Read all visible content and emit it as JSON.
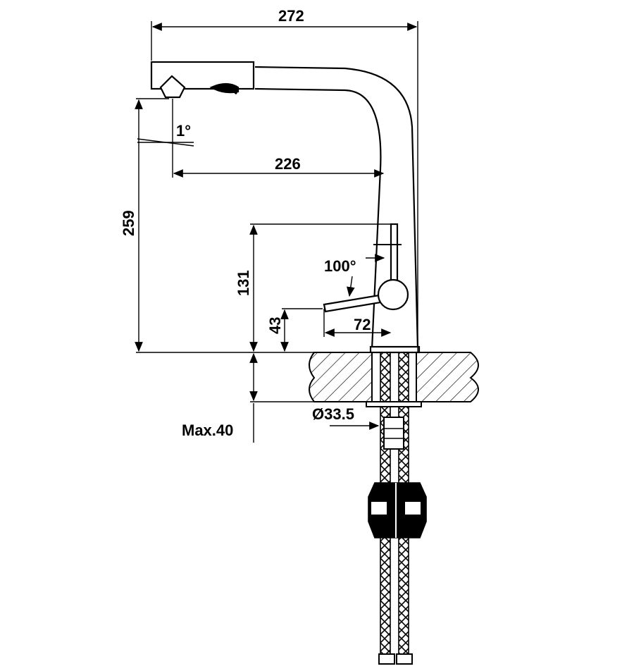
{
  "dimensions": {
    "overall_width": "272",
    "spout_reach": "226",
    "overall_height": "259",
    "handle_height": "131",
    "lever_height": "43",
    "lever_reach": "72",
    "spout_tilt": "1°",
    "lever_angle": "100°",
    "hole_diameter": "Ø33.5",
    "max_deck_thickness": "Max.40"
  },
  "colors": {
    "line": "#000000",
    "background": "#ffffff"
  }
}
